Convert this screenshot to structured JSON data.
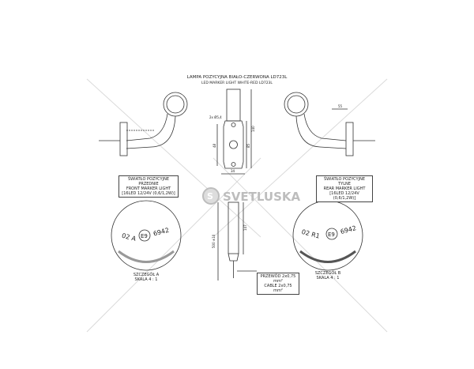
{
  "title": {
    "pl": "LAMPA POZYCYJNA BIAŁO-CZERWONA LD723L",
    "en": "LED MARKER LIGHT WHITE-RED LD723L"
  },
  "front_label": [
    "ŚWIATŁO POZYCYJNE PRZEDNIE",
    "FRONT MARKER LIGHT",
    "[16LED 12/24V (0,6/1,2W)]"
  ],
  "rear_label": [
    "ŚWIATŁO POZYCYJNE TYLNE",
    "REAR MARKER LIGHT",
    "[16LED 12/24V (0,6/1,2W)]"
  ],
  "detail_a": {
    "title": "SZCZEGÓŁ A",
    "scale": "SKALA 4 : 1",
    "code": "02 A",
    "mark": "E9",
    "number": "6942"
  },
  "detail_b": {
    "title": "SZCZEGÓŁ B",
    "scale": "SKALA 4 : 1",
    "code": "02 R1",
    "mark": "E9",
    "number": "6942"
  },
  "cable_label": [
    "PRZEWÓD 2x0,75 mm²",
    "CABLE 2x0,75 mm²"
  ],
  "dimensions": {
    "holes": "2x Ø5,4",
    "height": "140",
    "hole_spacing": "48",
    "inner": "85",
    "width": "34",
    "cable_length": "147",
    "cable_tol": "500 ±10",
    "arm": "55"
  },
  "watermark": {
    "brand": "SVETLUSKA",
    "colors": {
      "line": "#d8d8d8",
      "logo": "#bdbdbd"
    }
  }
}
